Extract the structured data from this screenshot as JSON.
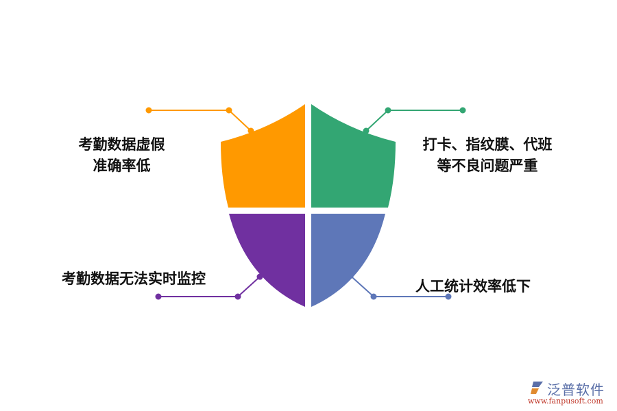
{
  "diagram": {
    "type": "shield-quadrant",
    "quadrants": [
      {
        "position": "top-left",
        "color": "#FF9900",
        "label_lines": [
          "考勤数据虚假",
          "准确率低"
        ]
      },
      {
        "position": "top-right",
        "color": "#33A673",
        "label_lines": [
          "打卡、指纹膜、代班",
          "等不良问题严重"
        ]
      },
      {
        "position": "bottom-left",
        "color": "#7030A0",
        "label_lines": [
          "考勤数据无法实时监控"
        ]
      },
      {
        "position": "bottom-right",
        "color": "#5E77B8",
        "label_lines": [
          "人工统计效率低下"
        ]
      }
    ]
  },
  "watermark": {
    "brand": "泛普软件",
    "url": "www.fanpusoft.com"
  }
}
